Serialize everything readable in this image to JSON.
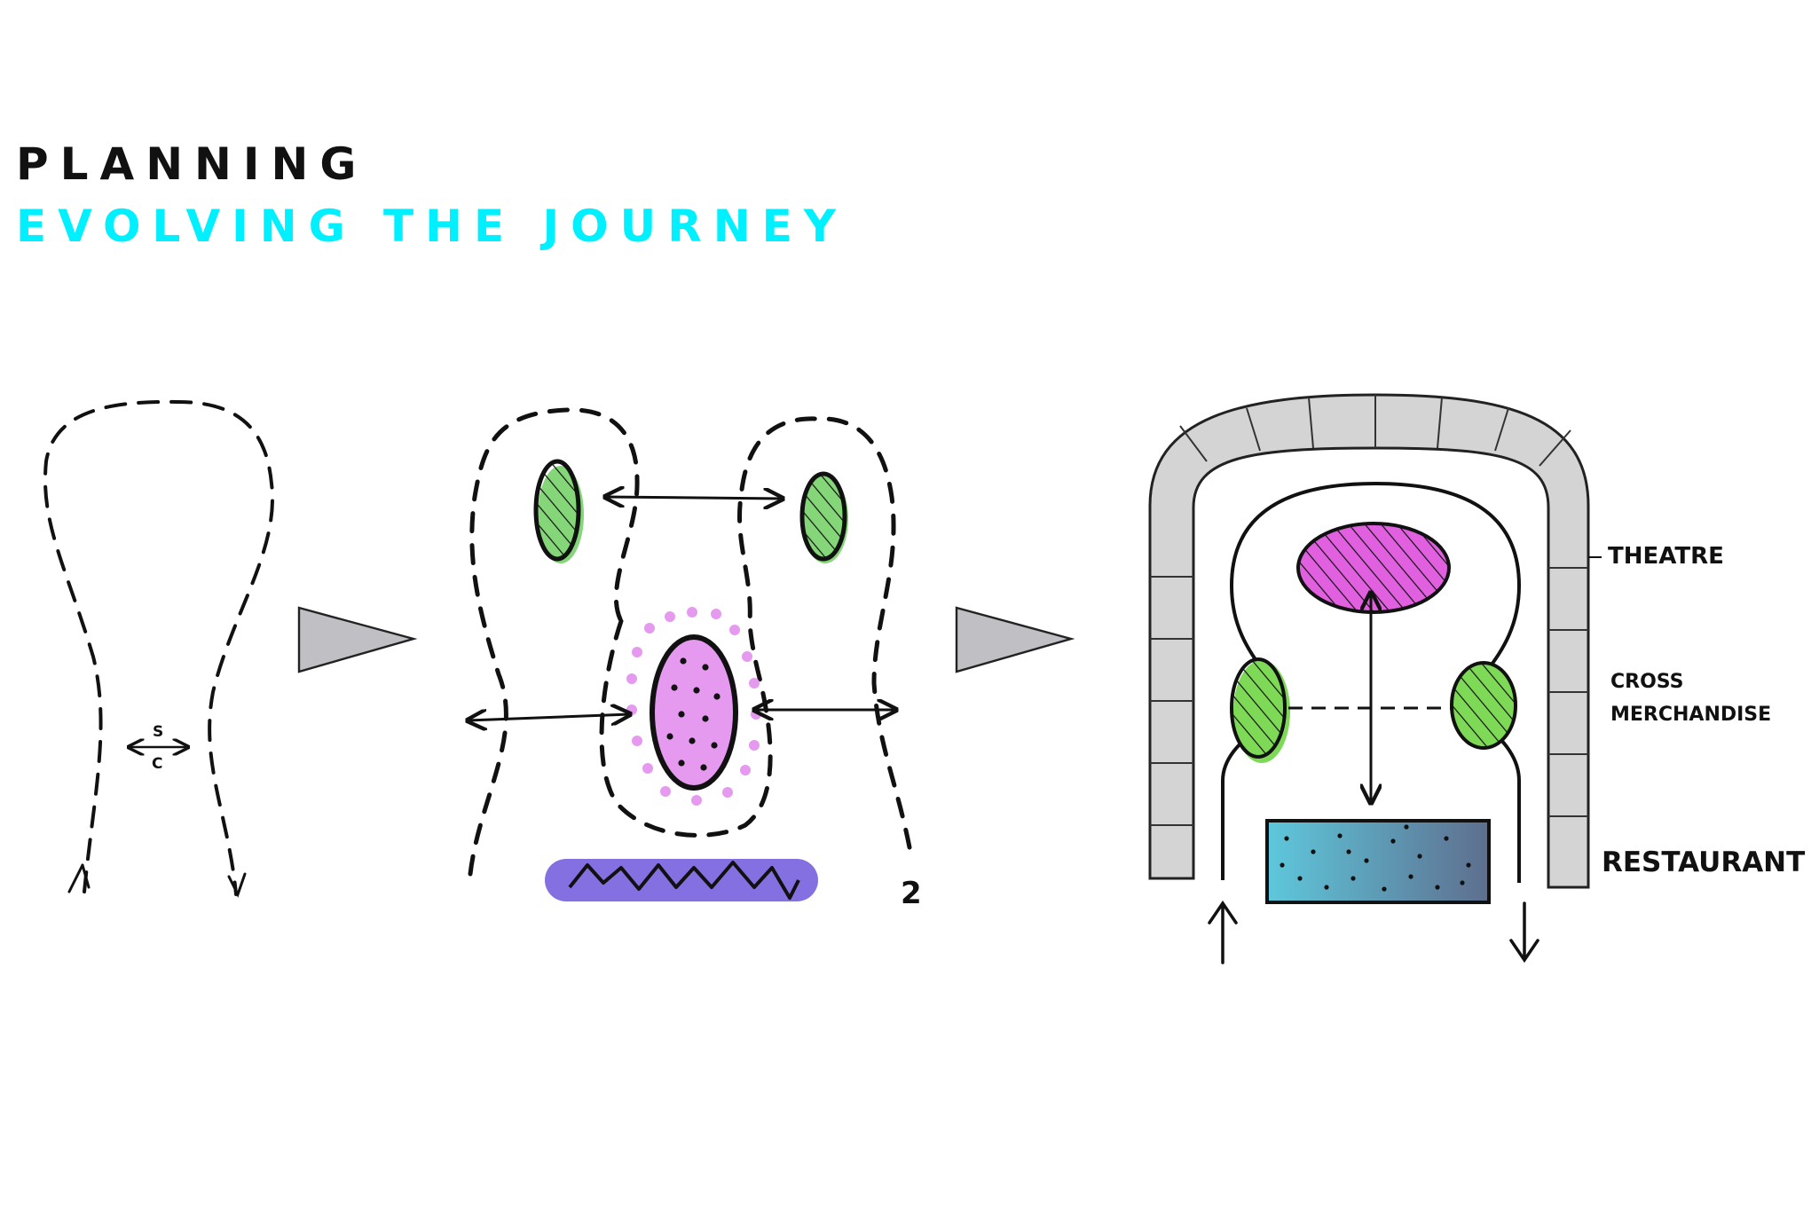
{
  "header": {
    "title": "PLANNING",
    "subtitle": "EVOLVING THE JOURNEY"
  },
  "diagram1": {
    "mark_top": "S",
    "mark_bottom": "C"
  },
  "diagram2": {
    "number": "2"
  },
  "diagram3": {
    "labels": {
      "theatre": "THEATRE",
      "cross_1": "CROSS",
      "cross_2": "MERCHANDISE",
      "restaurant": "RESTAURANT"
    }
  },
  "colors": {
    "accent": "#00F0FF",
    "title": "#111111",
    "green": "#7ED957",
    "magenta": "#E060E0",
    "lilac": "#E59AF0",
    "purple": "#8470E0",
    "wall": "#D4D4D4",
    "cyan": "#5EC8DC",
    "slate": "#5E6E8E",
    "arrow_gray": "#C0C0C4"
  }
}
